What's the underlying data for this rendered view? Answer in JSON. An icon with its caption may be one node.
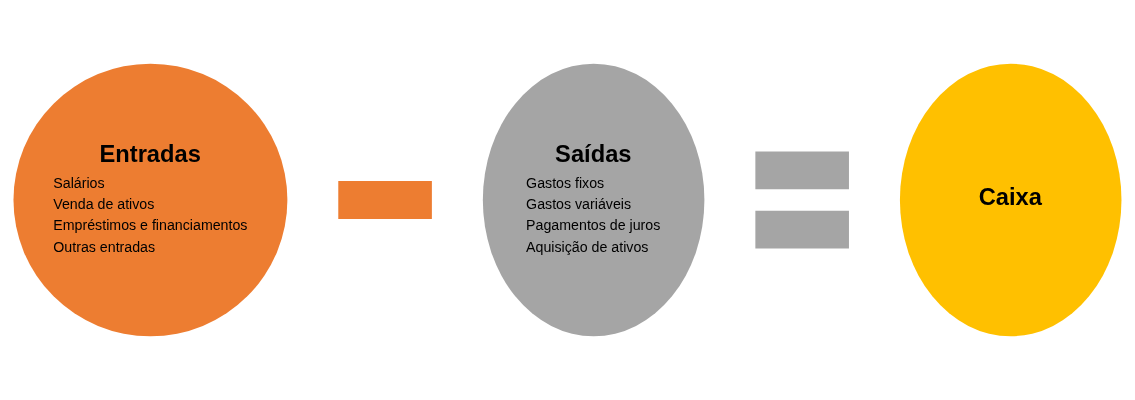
{
  "diagram": {
    "nodes": [
      {
        "text": [
          "Entradas",
          "Salários",
          "Venda de ativos",
          "Empréstimos e financiamentos",
          "Outras entradas"
        ]
      },
      {
        "text": [],
        "shape": "bar"
      },
      {
        "text": [
          "Saídas",
          "Gastos fixos",
          "Gastos variáveis",
          "Pagamentos de juros",
          "Aquisição de ativos"
        ]
      },
      {
        "text": [],
        "shape": "bar"
      },
      {
        "text": [],
        "shape": "bar"
      },
      {
        "text": [
          "Caixa"
        ]
      }
    ]
  }
}
